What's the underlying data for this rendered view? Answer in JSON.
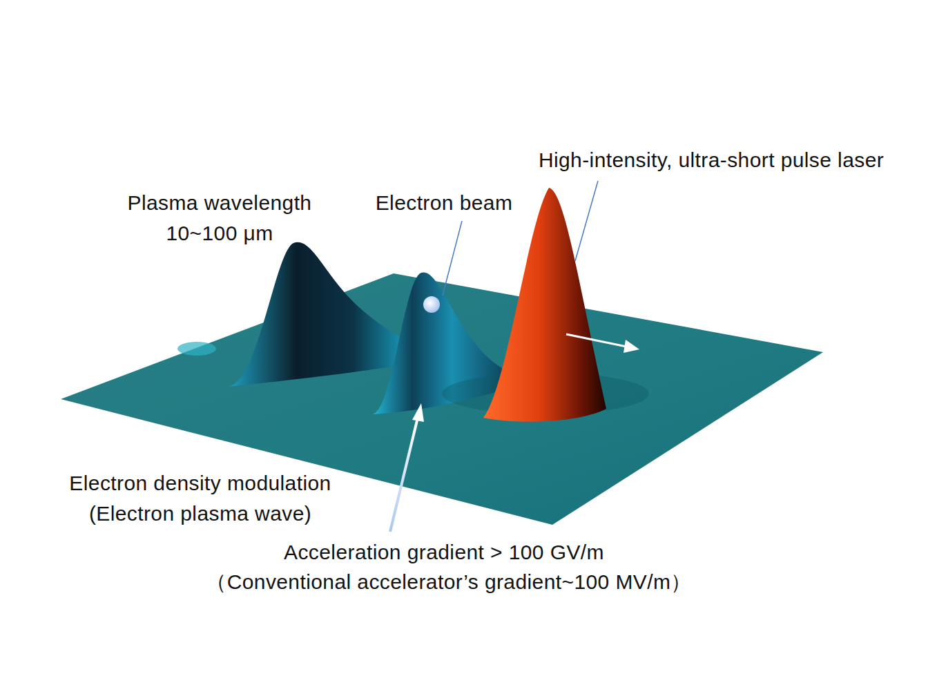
{
  "diagram": {
    "labels": [
      "High-intensity, ultra-short pulse laser",
      "Plasma wavelength 10~100 μm",
      "Electron beam",
      "Electron density modulation (Electron plasma wave)",
      "Acceleration gradient > 100 GV/m",
      "（Conventional accelerator’s gradient~100 MV/m）"
    ]
  }
}
